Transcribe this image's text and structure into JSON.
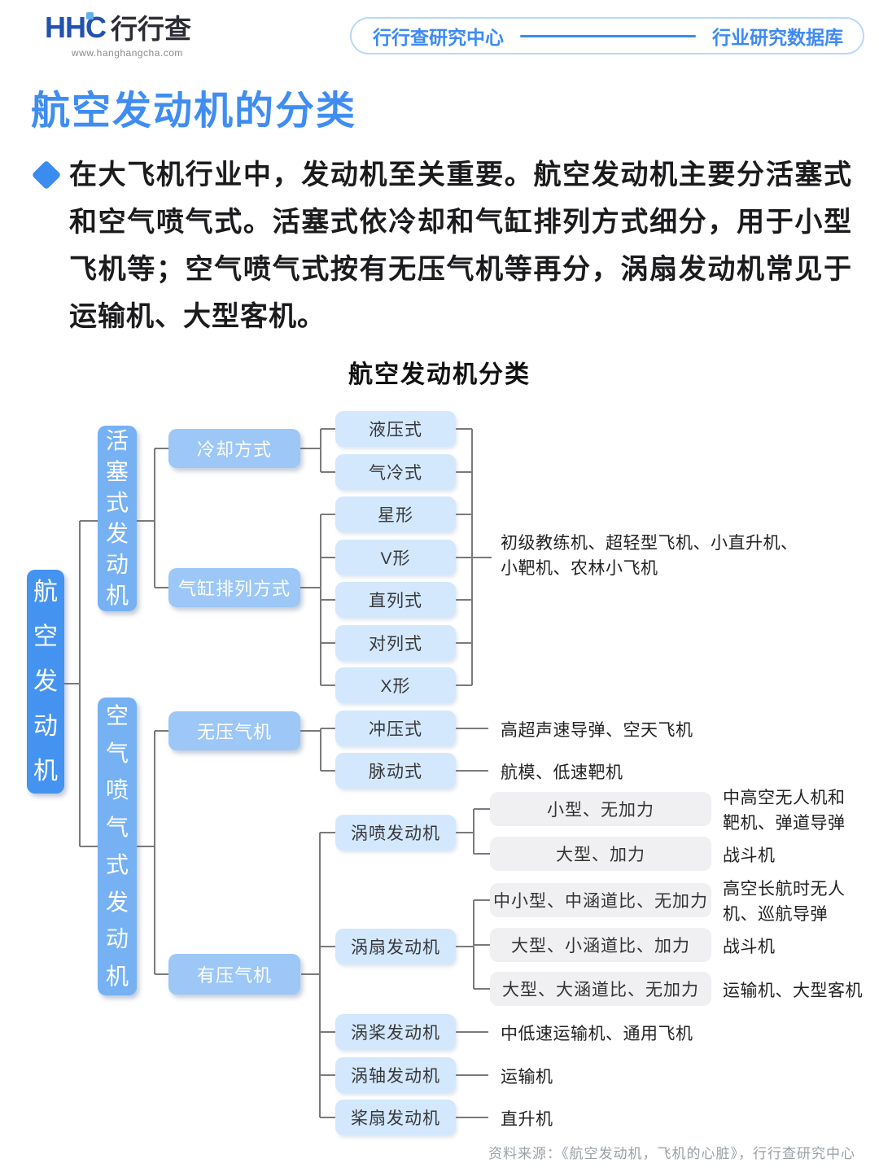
{
  "header": {
    "logo": {
      "brand": "HHC",
      "brand_cn": "行行查",
      "website": "www.hanghangcha.com"
    },
    "badge": {
      "left": "行行查研究中心",
      "right": "行业研究数据库"
    }
  },
  "title": "航空发动机的分类",
  "intro": "在大飞机行业中，发动机至关重要。航空发动机主要分活塞式和空气喷气式。活塞式依冷却和气缸排列方式细分，用于小型飞机等；空气喷气式按有无压气机等再分，涡扇发动机常见于运输机、大型客机。",
  "diagram": {
    "title": "航空发动机分类",
    "root": "航空发动机",
    "branches": {
      "piston": "活塞式发动机",
      "air_jet": "空气喷气式发动机"
    },
    "categories": {
      "cooling": "冷却方式",
      "cylinder_layout": "气缸排列方式",
      "no_compressor": "无压气机",
      "with_compressor": "有压气机"
    },
    "leaves": {
      "hydraulic": "液压式",
      "air_cooled": "气冷式",
      "radial": "星形",
      "v_type": "V形",
      "inline": "直列式",
      "opposed": "对列式",
      "x_type": "X形",
      "ramjet": "冲压式",
      "pulsejet": "脉动式",
      "turbojet": "涡喷发动机",
      "turbofan": "涡扇发动机",
      "turboprop": "涡桨发动机",
      "turboshaft": "涡轴发动机",
      "propfan": "桨扇发动机"
    },
    "variants": {
      "turbojet_small": "小型、无加力",
      "turbojet_large": "大型、加力",
      "turbofan_mid": "中小型、中涵道比、无加力",
      "turbofan_large_small_bypass": "大型、小涵道比、加力",
      "turbofan_large_big_bypass": "大型、大涵道比、无加力"
    },
    "applications": {
      "piston": "初级教练机、超轻型飞机、小直升机、\n小靶机、农林小飞机",
      "ramjet": "高超声速导弹、空天飞机",
      "pulsejet": "航模、低速靶机",
      "turbojet_small": "中高空无人机和\n靶机、弹道导弹",
      "turbojet_large": "战斗机",
      "turbofan_mid": "高空长航时无人\n机、巡航导弹",
      "turbofan_large_small_bypass": "战斗机",
      "turbofan_large_big_bypass": "运输机、大型客机",
      "turboprop": "中低速运输机、通用飞机",
      "turboshaft": "运输机",
      "propfan": "直升机"
    },
    "colors": {
      "root": "#4493f0",
      "branch": "#76b1f4",
      "category": "#9cc7f6",
      "leaf": "#d3e8fc",
      "variant": "#f0f0f2",
      "connector": "#7a7a7a",
      "accent": "#3f8df2"
    }
  },
  "footer": "资料来源：《航空发动机，飞机的心脏》，行行查研究中心"
}
